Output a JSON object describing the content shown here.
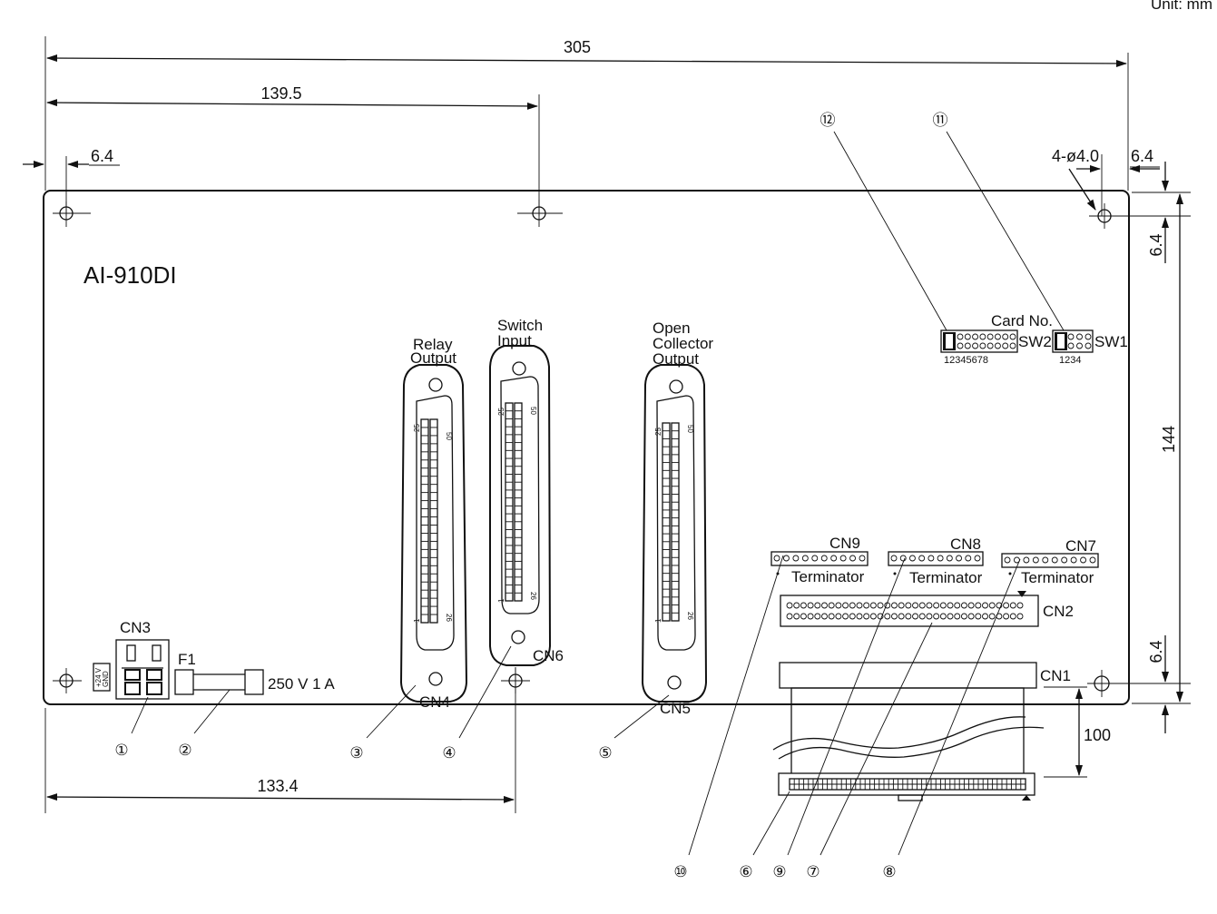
{
  "header": {
    "unit": "Unit: mm"
  },
  "board": {
    "model": "AI-910DI"
  },
  "dimensions": {
    "overall_width": "305",
    "mid_hole_x": "139.5",
    "hole_offset_left": "6.4",
    "hole_offset_right": "6.4",
    "hole_spec": "4-ø4.0",
    "hole_offset_top": "6.4",
    "height": "144",
    "hole_offset_bottom": "6.4",
    "bottom_hole_x": "133.4",
    "cable_length": "100"
  },
  "connectors": {
    "relay_output": {
      "line1": "Relay",
      "line2": "Output",
      "id": "CN4"
    },
    "switch_input": {
      "line1": "Switch",
      "line2": "Input",
      "id": "CN6"
    },
    "open_collector": {
      "line1": "Open",
      "line2": "Collector",
      "line3": "Output",
      "id": "CN5"
    },
    "pin_25": "25",
    "pin_50": "50",
    "pin_1": "1",
    "pin_26": "26",
    "cn3": "CN3",
    "cn3_pin1": "+24 V",
    "cn3_pin2": "GND",
    "fuse": "F1",
    "fuse_rating": "250 V 1 A",
    "cn1": "CN1",
    "cn2": "CN2",
    "cn7": "CN7",
    "cn8": "CN8",
    "cn9": "CN9",
    "terminator": "Terminator"
  },
  "switches": {
    "card_no": "Card No.",
    "sw1": "SW1",
    "sw1_pins": "1234",
    "sw2": "SW2",
    "sw2_pins": "12345678"
  },
  "callouts": [
    "①",
    "②",
    "③",
    "④",
    "⑤",
    "⑥",
    "⑦",
    "⑧",
    "⑨",
    "⑩",
    "⑪",
    "⑫"
  ]
}
